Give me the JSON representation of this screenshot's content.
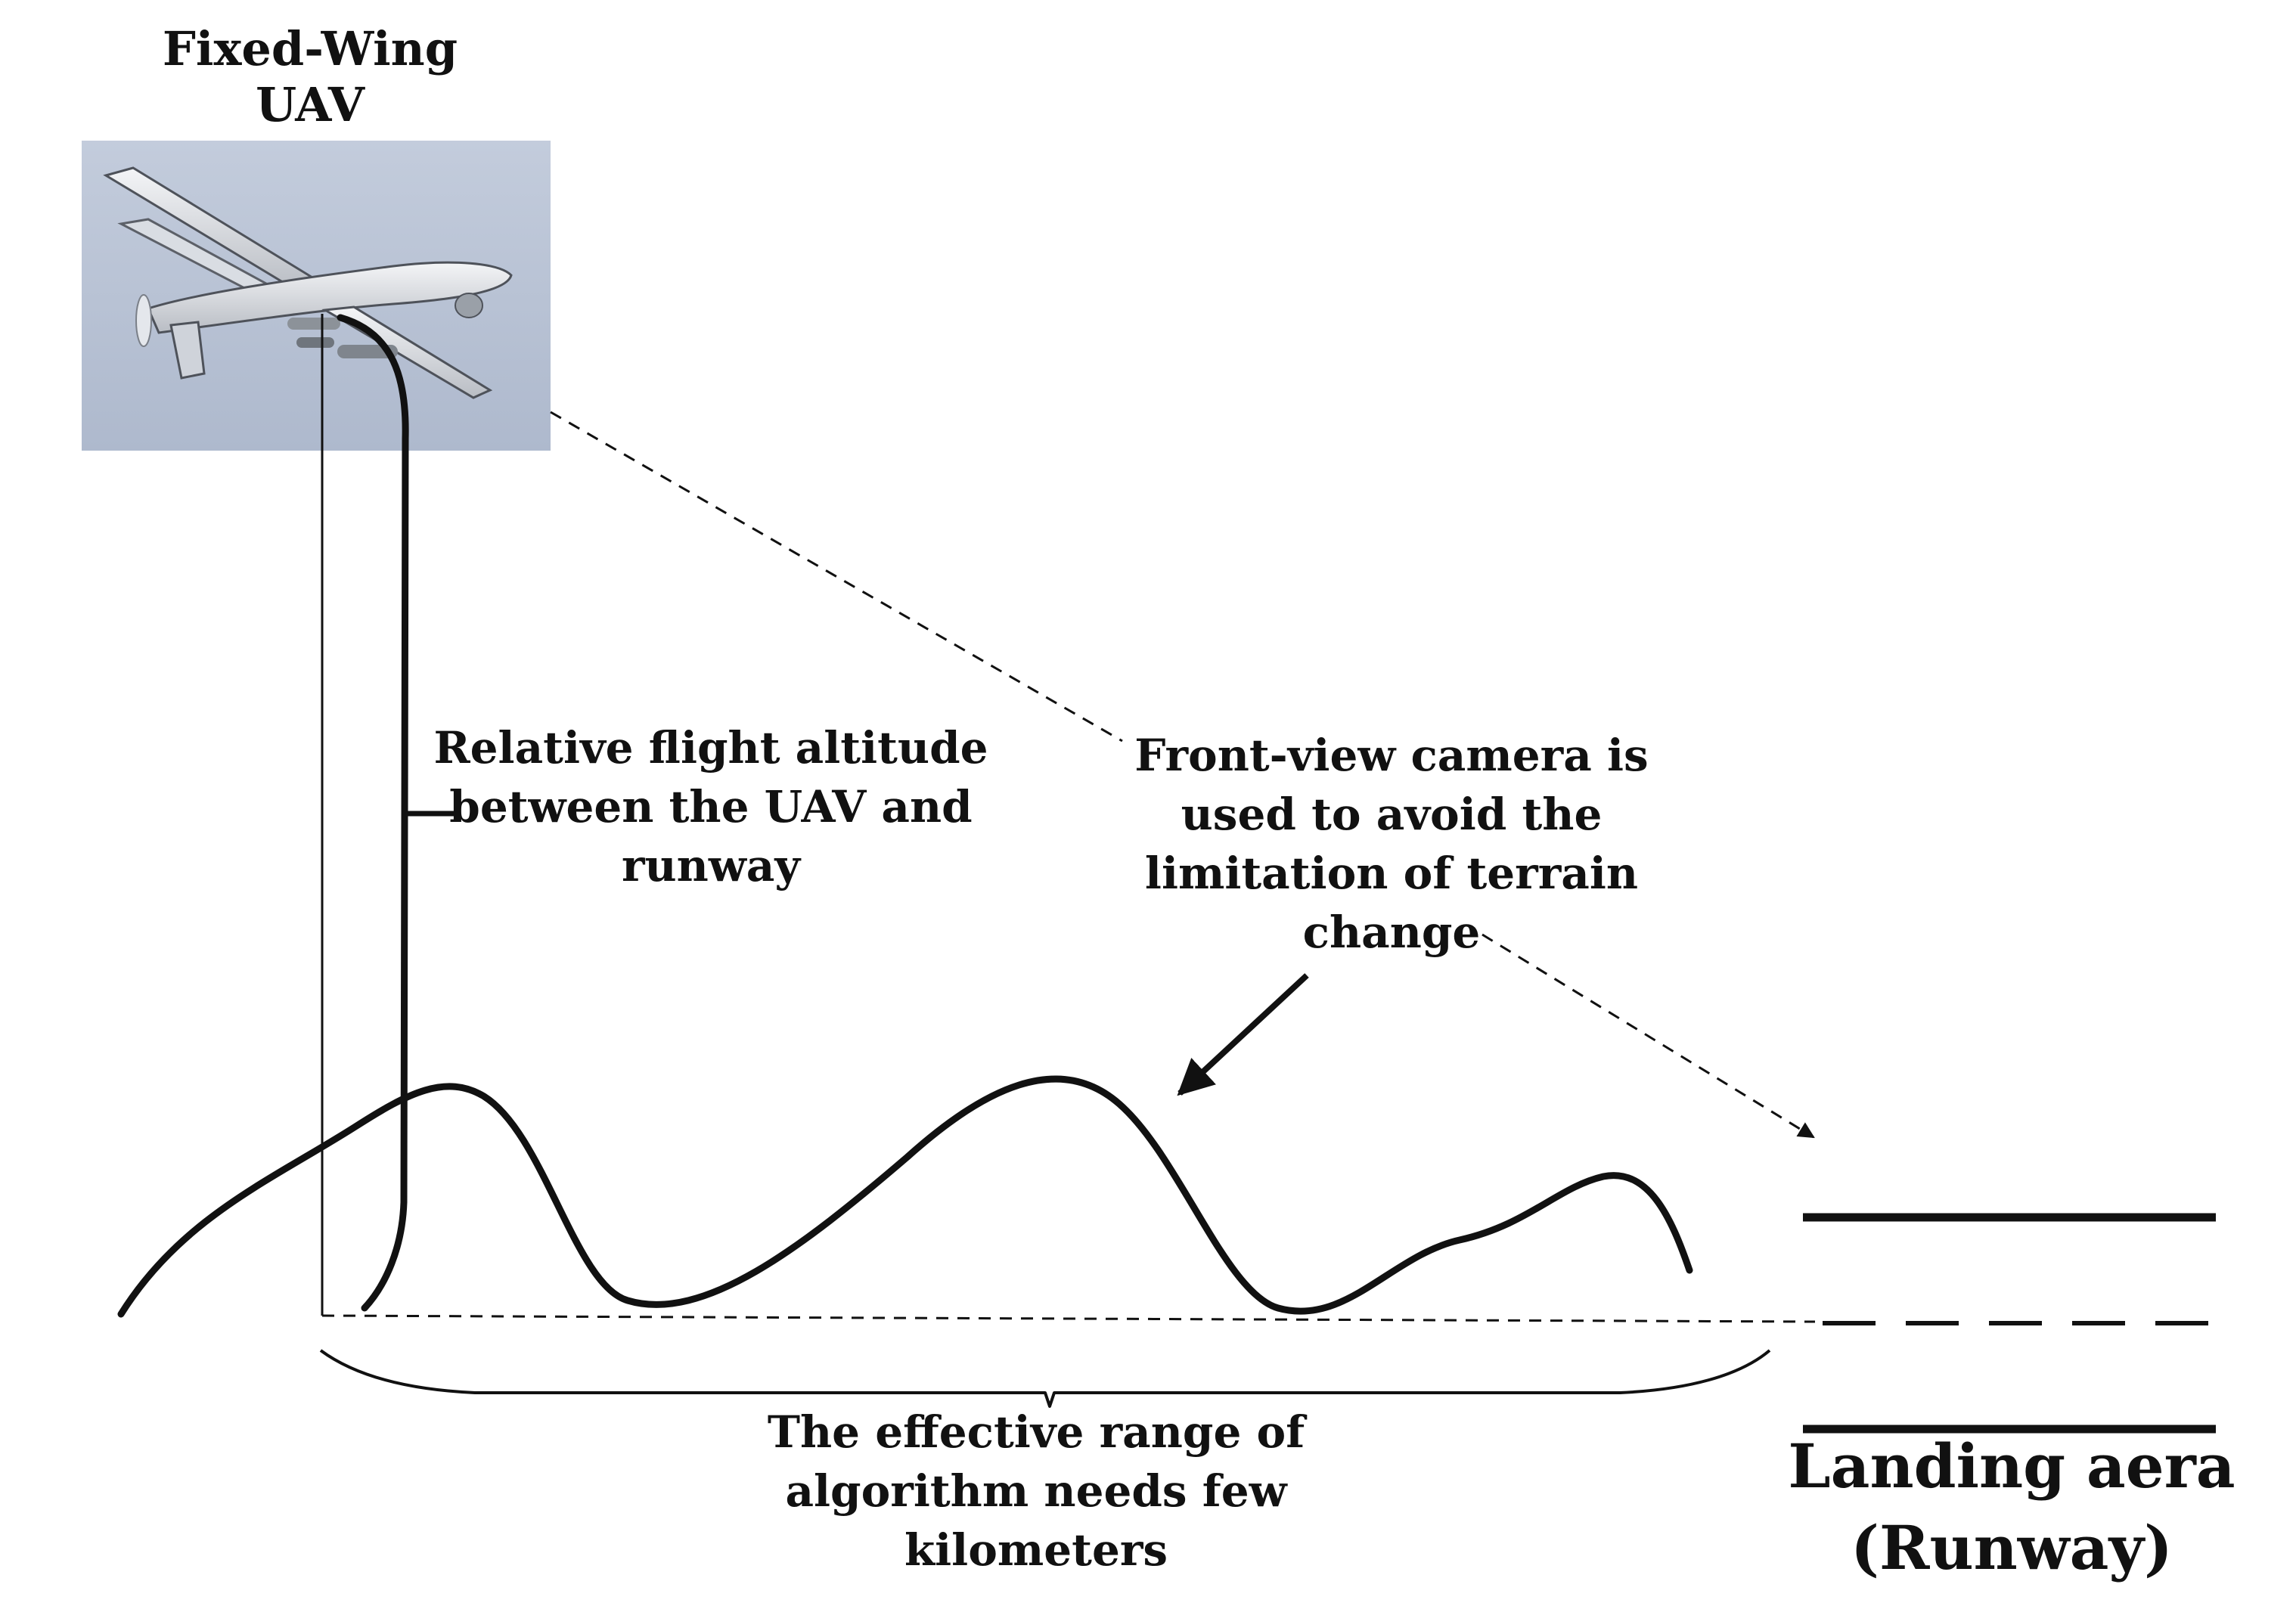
{
  "uav": {
    "title": "Fixed-Wing\nUAV",
    "photo_icon": "uav-drone-photo",
    "sky_color": "#b9c4d6"
  },
  "labels": {
    "altitude": "Relative flight altitude\nbetween the UAV and\nrunway",
    "camera": "Front-view camera is\nused to avoid the\nlimitation of terrain\nchange",
    "range": "The effective range of\nalgorithm needs few\nkilometers",
    "landing": "Landing aera\n(Runway)"
  },
  "colors": {
    "line": "#111111",
    "background": "#ffffff"
  }
}
